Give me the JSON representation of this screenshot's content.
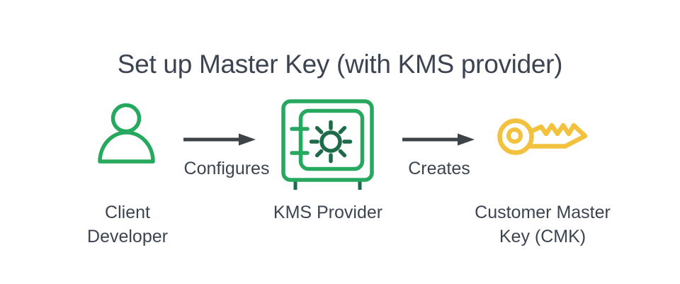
{
  "title": "Set up Master Key (with KMS provider)",
  "colors": {
    "background": "#ffffff",
    "text": "#3d4451",
    "arrow": "#3e4347",
    "green": "#27a85f",
    "dark_green": "#1d6b4a",
    "yellow": "#f2c23e"
  },
  "nodes": [
    {
      "id": "client-developer",
      "label": "Client Developer",
      "icon": "person-icon"
    },
    {
      "id": "kms-provider",
      "label": "KMS Provider",
      "icon": "safe-icon"
    },
    {
      "id": "customer-master-key",
      "label": "Customer Master Key (CMK)",
      "icon": "key-icon"
    }
  ],
  "edges": [
    {
      "from": "client-developer",
      "to": "kms-provider",
      "label": "Configures"
    },
    {
      "from": "kms-provider",
      "to": "customer-master-key",
      "label": "Creates"
    }
  ]
}
